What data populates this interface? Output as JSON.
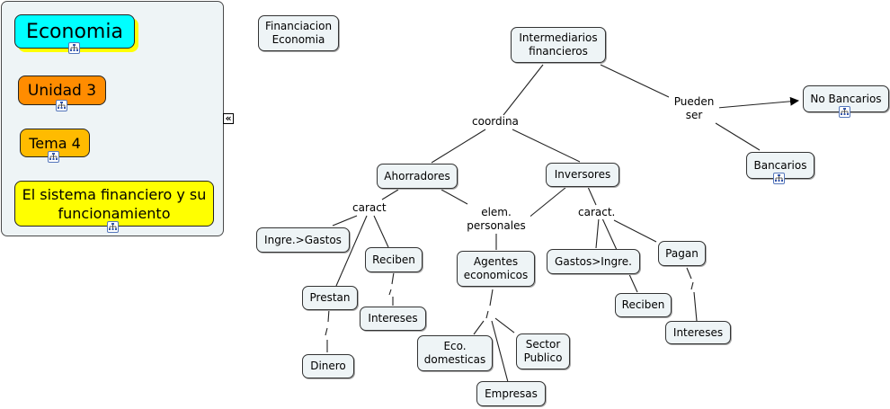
{
  "sidebar": {
    "breadcrumbs": [
      {
        "label": "Economia",
        "bg": "#00ffff"
      },
      {
        "label": "Unidad 3",
        "bg": "#ff8c00"
      },
      {
        "label": "Tema 4",
        "bg": "#ffbb00"
      },
      {
        "label": "El sistema financiero y su funcionamiento",
        "bg": "#ffff00"
      }
    ],
    "collapse_glyph": "«",
    "map_icon": "concept-map-icon"
  },
  "map": {
    "nodes": {
      "financiacion": "Financiacion Economia",
      "intermediarios": "Intermediarios financieros",
      "no_bancarios": "No Bancarios",
      "bancarios": "Bancarios",
      "ahorradores": "Ahorradores",
      "inversores": "Inversores",
      "ingre_gastos": "Ingre.>Gastos",
      "reciben_1": "Reciben",
      "prestan": "Prestan",
      "intereses_1": "Intereses",
      "dinero": "Dinero",
      "agentes": "Agentes economicos",
      "eco_domesticas": "Eco. domesticas",
      "sector_publico": "Sector Publico",
      "empresas": "Empresas",
      "gastos_ingre": "Gastos>Ingre.",
      "pagan": "Pagan",
      "reciben_2": "Reciben",
      "intereses_2": "Intereses"
    },
    "links": {
      "coordina": "coordina",
      "pueden_ser": "Pueden ser",
      "caract_1": "caract",
      "elem_personales": "elem. personales",
      "caract_2": "caract."
    }
  }
}
